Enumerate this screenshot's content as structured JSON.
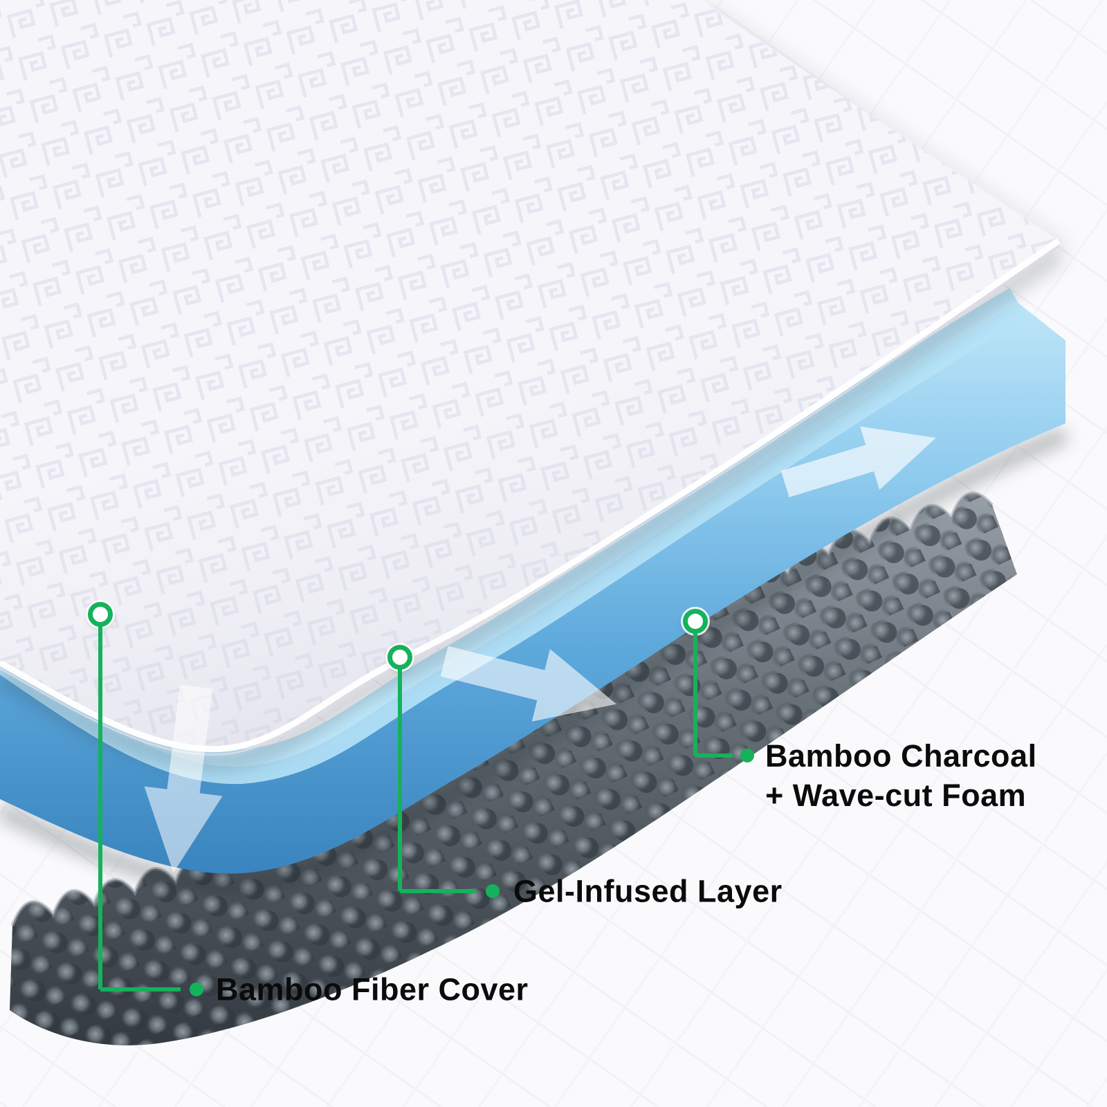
{
  "callouts": [
    {
      "id": "bamboo-fiber-cover",
      "lines": [
        "Bamboo Fiber Cover"
      ]
    },
    {
      "id": "gel-infused-layer",
      "lines": [
        "Gel-Infused Layer"
      ]
    },
    {
      "id": "bamboo-charcoal-wave-cut-foam",
      "lines": [
        "Bamboo Charcoal",
        "+ Wave-cut Foam"
      ]
    }
  ],
  "colors": {
    "accent_green": "#15B25C",
    "gel_blue_light": "#AEDEF6",
    "gel_blue_deep": "#3A84BF",
    "foam_gray_light": "#97A0A8",
    "foam_gray_dark": "#333A41",
    "fabric_white": "#F6F6FA",
    "background": "#FAFAFC",
    "label_text": "#0B0B0C",
    "airflow_arrow": "#FFFFFF"
  }
}
